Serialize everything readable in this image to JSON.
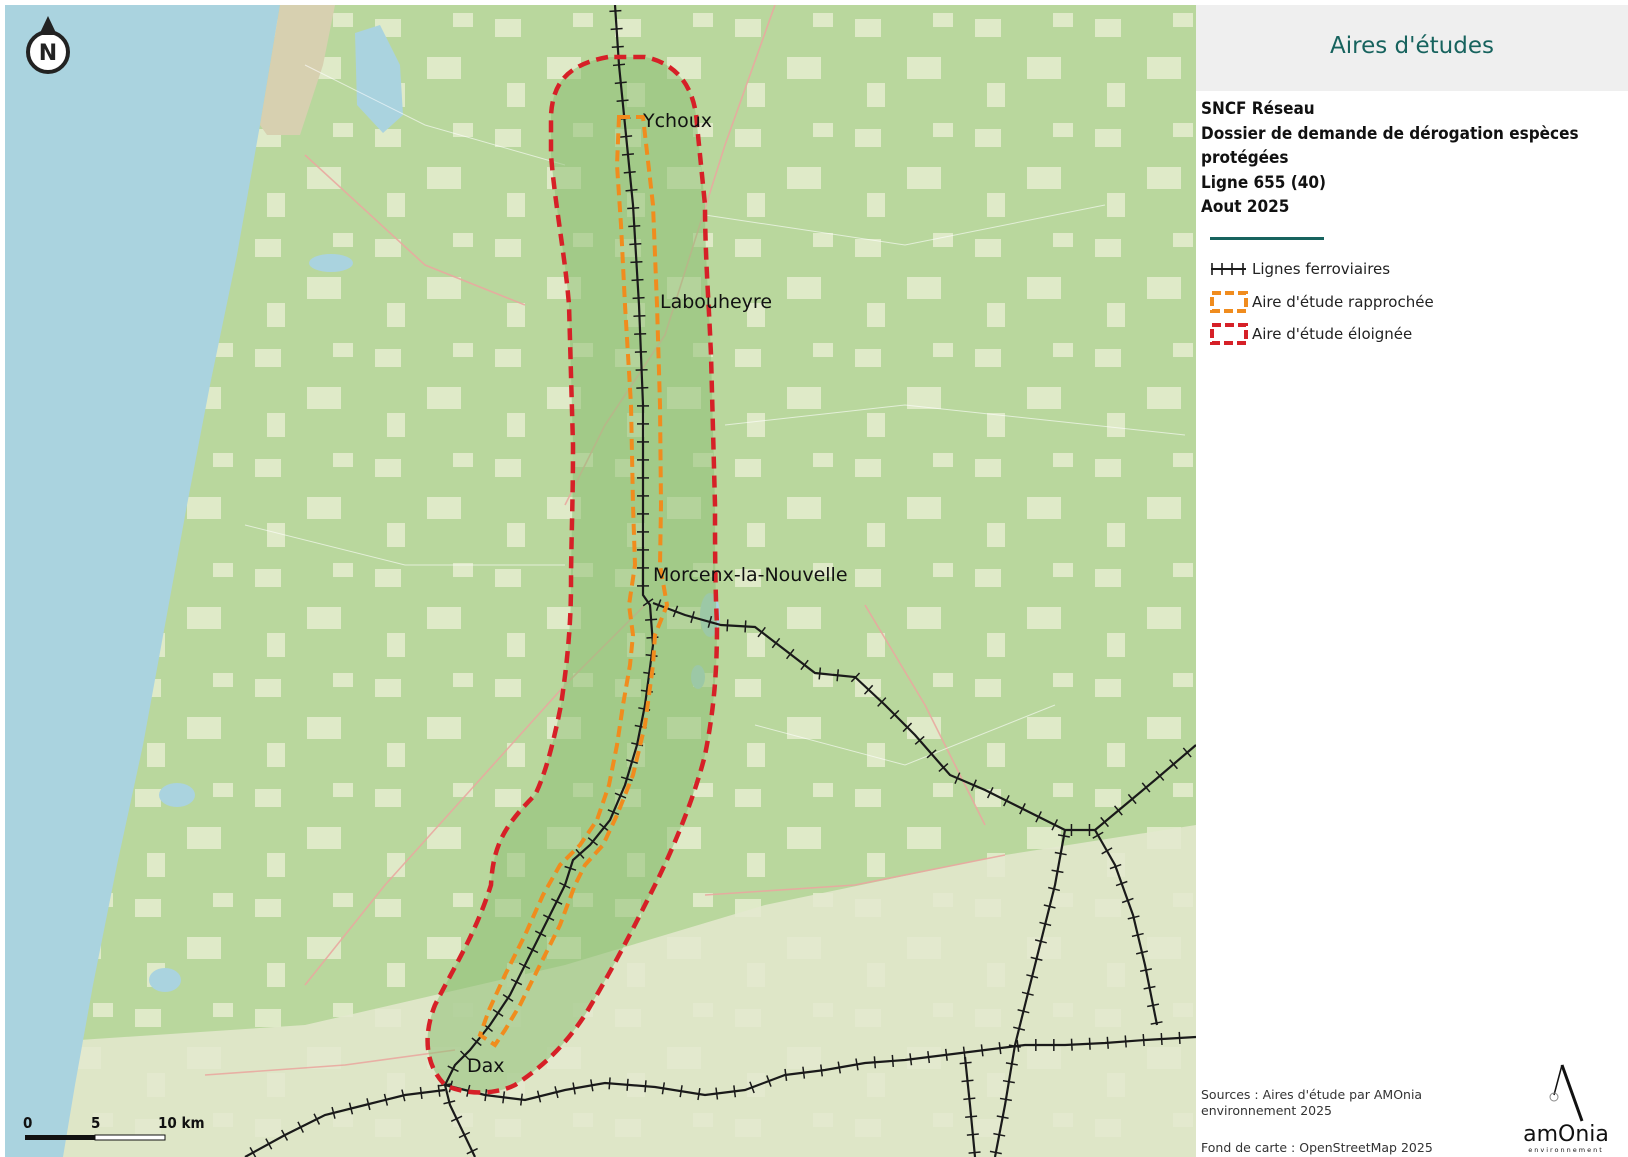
{
  "map": {
    "towns": [
      {
        "name": "Ychoux"
      },
      {
        "name": "Labouheyre"
      },
      {
        "name": "Morcenx-la-Nouvelle"
      },
      {
        "name": "Dax"
      }
    ],
    "north_arrow_letter": "N",
    "scale_bar": {
      "labels": [
        "0",
        "5",
        "10 km"
      ]
    }
  },
  "panel": {
    "title": "Aires d'études",
    "meta_lines": [
      "SNCF Réseau",
      "Dossier de demande de dérogation espèces",
      "protégées",
      "Ligne 655 (40)",
      "Aout 2025"
    ],
    "legend": [
      {
        "label": "Lignes ferroviaires",
        "symbol": "railway-line",
        "color": "#1a1a1a"
      },
      {
        "label": "Aire d'étude rapprochée",
        "symbol": "dashed-box",
        "color": "#f08c1e"
      },
      {
        "label": "Aire d'étude éloignée",
        "symbol": "dashed-box",
        "color": "#d62027"
      }
    ],
    "sources": "Sources : Aires d'étude par AMOnia environnement 2025",
    "basemap_credit": "Fond de carte : OpenStreetMap 2025",
    "logo": {
      "main": "amOnia",
      "sub": "environnement"
    }
  },
  "colors": {
    "sea": "#aad3df",
    "land": "#dfe8c9",
    "forest": "#b6d69a",
    "dune": "#d7d0b0",
    "study_far": "#d62027",
    "study_near": "#f08c1e",
    "railway": "#1a1a1a",
    "accent": "#17635e"
  }
}
